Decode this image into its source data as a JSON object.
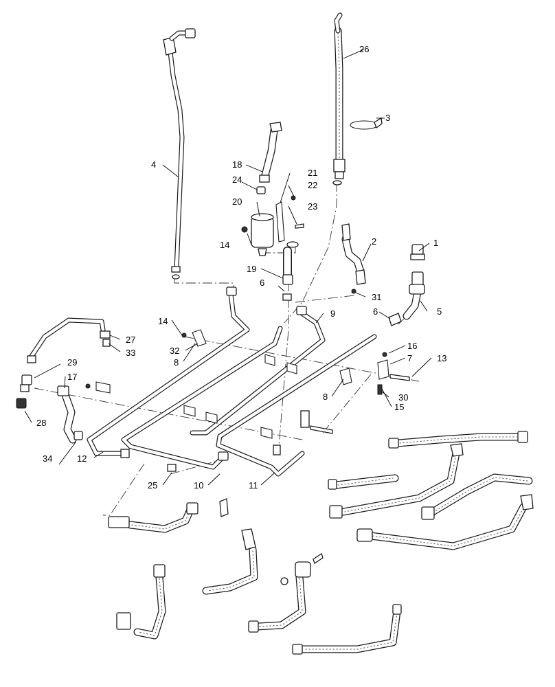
{
  "callouts": [
    {
      "id": "c1",
      "label": "1"
    },
    {
      "id": "c3",
      "label": "3"
    },
    {
      "id": "c2",
      "label": "2"
    },
    {
      "id": "c4",
      "label": "4"
    },
    {
      "id": "c5",
      "label": "5"
    },
    {
      "id": "c6a",
      "label": "6"
    },
    {
      "id": "c6b",
      "label": "6"
    },
    {
      "id": "c7",
      "label": "7"
    },
    {
      "id": "c8a",
      "label": "8"
    },
    {
      "id": "c8b",
      "label": "8"
    },
    {
      "id": "c9",
      "label": "9"
    },
    {
      "id": "c10",
      "label": "10"
    },
    {
      "id": "c11",
      "label": "11"
    },
    {
      "id": "c12",
      "label": "12"
    },
    {
      "id": "c13",
      "label": "13"
    },
    {
      "id": "c14a",
      "label": "14"
    },
    {
      "id": "c14b",
      "label": "14"
    },
    {
      "id": "c15",
      "label": "15"
    },
    {
      "id": "c16",
      "label": "16"
    },
    {
      "id": "c17",
      "label": "17"
    },
    {
      "id": "c18",
      "label": "18"
    },
    {
      "id": "c19",
      "label": "19"
    },
    {
      "id": "c20",
      "label": "20"
    },
    {
      "id": "c21",
      "label": "21"
    },
    {
      "id": "c22",
      "label": "22"
    },
    {
      "id": "c23",
      "label": "23"
    },
    {
      "id": "c24",
      "label": "24"
    },
    {
      "id": "c25",
      "label": "25"
    },
    {
      "id": "c26",
      "label": "26"
    },
    {
      "id": "c27",
      "label": "27"
    },
    {
      "id": "c28",
      "label": "28"
    },
    {
      "id": "c29",
      "label": "29"
    },
    {
      "id": "c30",
      "label": "30"
    },
    {
      "id": "c31",
      "label": "31"
    },
    {
      "id": "c32",
      "label": "32"
    },
    {
      "id": "c33",
      "label": "33"
    },
    {
      "id": "c34",
      "label": "34"
    }
  ]
}
